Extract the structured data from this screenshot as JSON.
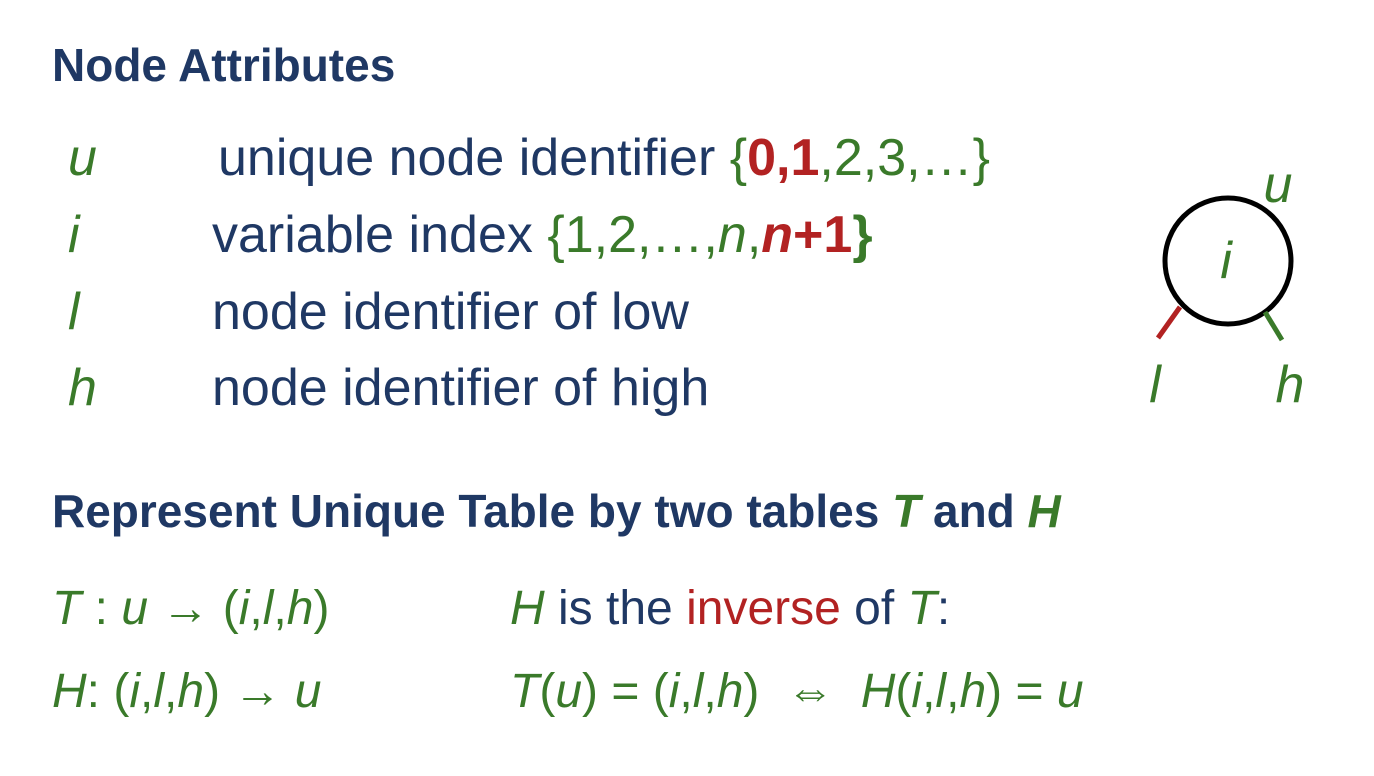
{
  "heading1": "Node Attributes",
  "attributes": [
    {
      "symbol": "u",
      "description": "unique node identifier",
      "set": {
        "open": "{",
        "b1": "0",
        "c1": ",",
        "b2": "1",
        "rest": ",2,3,…}"
      }
    },
    {
      "symbol": "i",
      "description": "variable index",
      "set": {
        "open": "{1,2,…,",
        "n": "n",
        "comma": ",",
        "n2": "n",
        "plus1": "+1",
        "close": "}"
      }
    },
    {
      "symbol": "l",
      "description": "node identifier of low"
    },
    {
      "symbol": "h",
      "description": "node identifier of high"
    }
  ],
  "diagram": {
    "node_label": "i",
    "top_label": "u",
    "low_label": "l",
    "high_label": "h",
    "low_edge_color": "#b22222",
    "high_edge_color": "#3a7a2a",
    "circle_color": "#000000"
  },
  "heading2": {
    "text": "Represent Unique Table by two tables",
    "T": "T",
    "and": "and",
    "H": "H"
  },
  "formulas": {
    "t_map": {
      "T": "T",
      "colon": " : ",
      "u": "u",
      "arrow": " → ",
      "tuple_open": "(",
      "i": "i",
      "c1": ",",
      "l": "l",
      "c2": ",",
      "h": "h",
      "tuple_close": ")"
    },
    "h_map": {
      "H": "H",
      "colon": ": ",
      "tuple_open": "(",
      "i": "i",
      "c1": ",",
      "l": "l",
      "c2": ",",
      "h": "h",
      "tuple_close": ")",
      "arrow": " → ",
      "u": "u"
    },
    "inverse": {
      "H": "H",
      "is_the": " is the ",
      "inverse": "inverse",
      "of": " of ",
      "T": "T",
      "colon": ":"
    },
    "equiv": {
      "T": "T",
      "open": "(",
      "u": "u",
      "mid": ") = (",
      "i": "i",
      "c1": ",",
      "l": "l",
      "c2": ",",
      "h": "h",
      "close": ")",
      "iff": "  ⇔  ",
      "H": "H",
      "open2": "(",
      "i2": "i",
      "c3": ",",
      "l2": "l",
      "c4": ",",
      "h2": "h",
      "close2": ") = ",
      "u2": "u"
    }
  },
  "colors": {
    "navy": "#1f3864",
    "green": "#3a7a2a",
    "red": "#b22222"
  }
}
